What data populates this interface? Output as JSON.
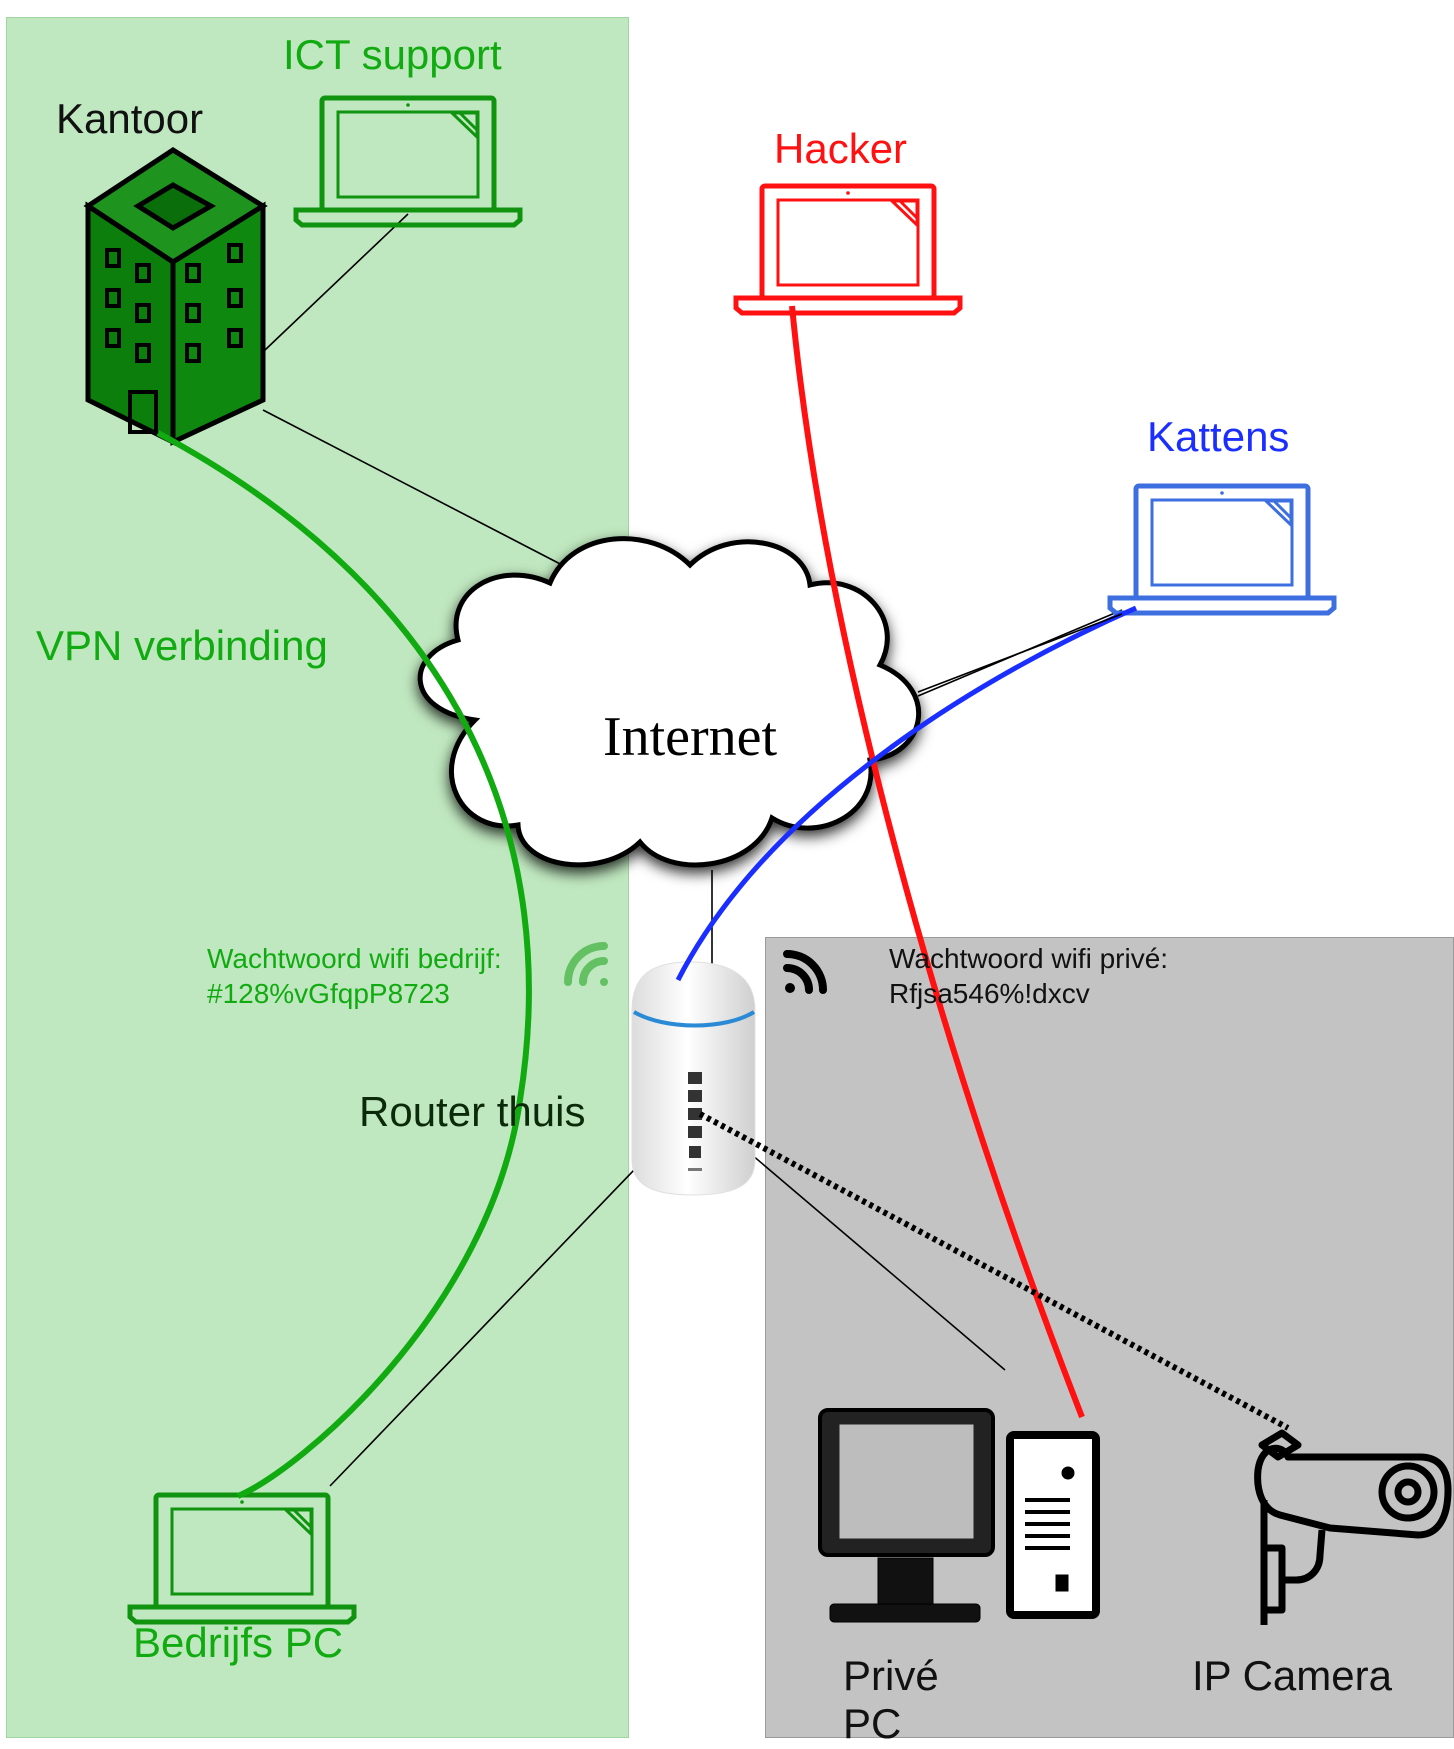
{
  "labels": {
    "ict_support": "ICT support",
    "kantoor": "Kantoor",
    "hacker": "Hacker",
    "kattens": "Kattens",
    "vpn": "VPN verbinding",
    "internet": "Internet",
    "router": "Router thuis",
    "bedrijfs_pc": "Bedrijfs PC",
    "prive_pc": "Privé PC",
    "ip_camera": "IP Camera"
  },
  "wifi": {
    "company_title": "Wachtwoord wifi bedrijf:",
    "company_password": "#128%vGfqpP8723",
    "private_title": "Wachtwoord wifi privé:",
    "private_password": "Rfjsa546%!dxcv"
  },
  "colors": {
    "company_zone": "#c0e8c0",
    "private_zone": "#c3c3c3",
    "vpn_link": "#11aa11",
    "hacker_link": "#ff1111",
    "kattens_link": "#1a2eff"
  },
  "icons": [
    "laptop-icon",
    "office-building-icon",
    "cloud-icon",
    "router-icon",
    "wifi-icon",
    "desktop-pc-icon",
    "security-camera-icon"
  ]
}
